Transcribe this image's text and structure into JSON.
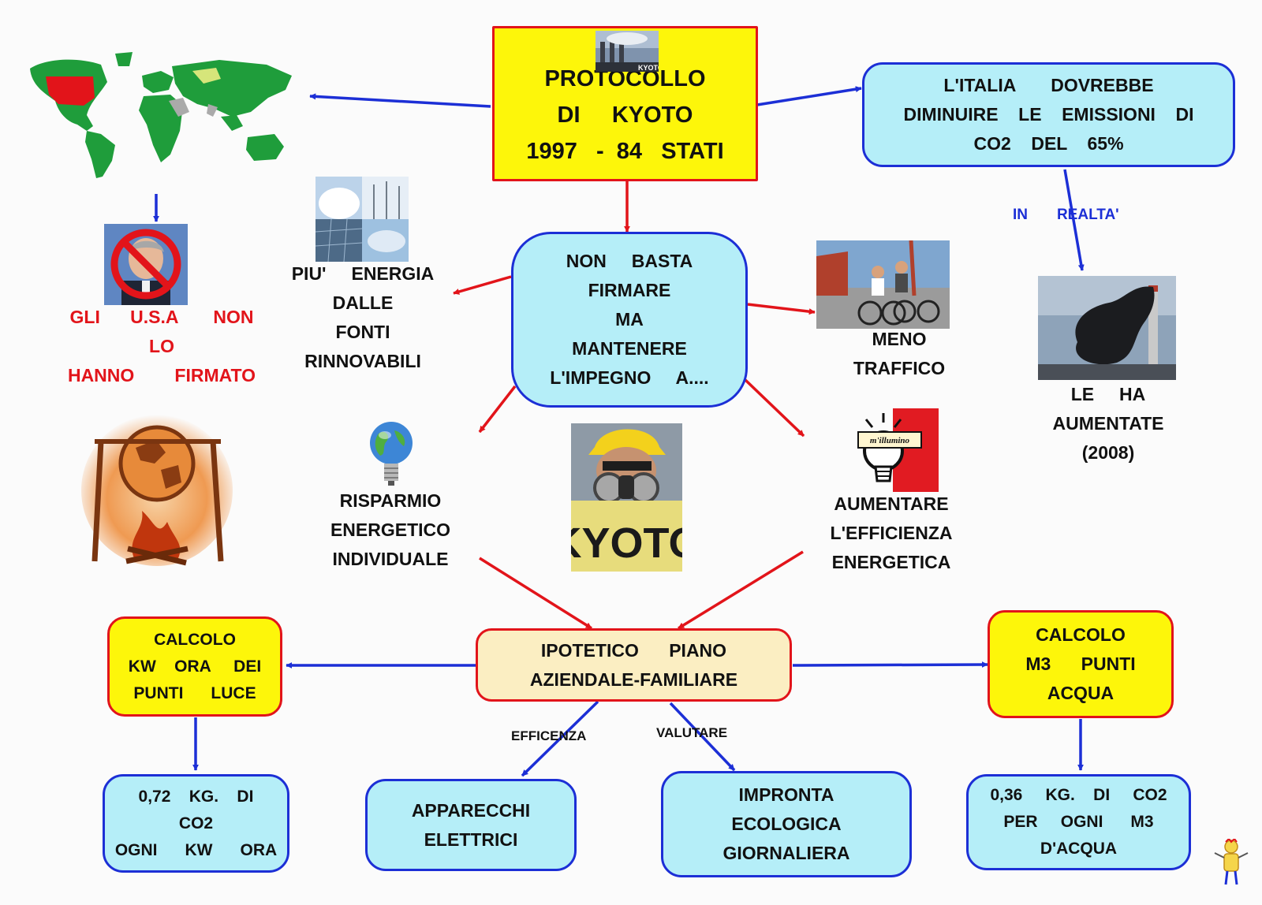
{
  "colors": {
    "box_cyan": "#b5eef8",
    "box_yellow": "#fdf60a",
    "box_cream": "#fbeec2",
    "border_blue": "#1c2fd6",
    "border_red": "#e2141a",
    "text_red": "#e2141a",
    "text_blue": "#1c2fd6"
  },
  "nodes": {
    "title": {
      "lines": [
        "PROTOCOLLO",
        "DI     KYOTO",
        "1997   -  84   STATI"
      ],
      "badge": "KYOTO"
    },
    "italia": {
      "lines": [
        "L'ITALIA       DOVREBBE",
        "DIMINUIRE    LE    EMISSIONI    DI",
        "CO2    DEL    65%"
      ]
    },
    "non_basta": {
      "lines": [
        "NON     BASTA",
        "FIRMARE",
        "MA",
        "MANTENERE",
        "L'IMPEGNO     A...."
      ]
    },
    "usa": {
      "lines": [
        "GLI      U.S.A       NON",
        "LO",
        "HANNO        FIRMATO"
      ]
    },
    "energia": {
      "lines": [
        "PIU'     ENERGIA",
        "DALLE",
        "FONTI",
        "RINNOVABILI"
      ]
    },
    "traffico": {
      "lines": [
        "MENO",
        "TRAFFICO"
      ]
    },
    "aumentate": {
      "lines": [
        "LE     HA",
        "AUMENTATE",
        "(2008)"
      ]
    },
    "risparmio": {
      "lines": [
        "RISPARMIO",
        "ENERGETICO",
        "INDIVIDUALE"
      ]
    },
    "efficienza": {
      "lines": [
        "AUMENTARE",
        "L'EFFICIENZA",
        "ENERGETICA"
      ]
    },
    "piano": {
      "lines": [
        "IPOTETICO      PIANO",
        "AZIENDALE-FAMILIARE"
      ]
    },
    "calcolo_kw": {
      "lines": [
        "CALCOLO",
        "KW    ORA     DEI",
        "PUNTI      LUCE"
      ]
    },
    "calcolo_m3": {
      "lines": [
        "CALCOLO",
        "M3      PUNTI",
        "ACQUA"
      ]
    },
    "co2_kw": {
      "lines": [
        "0,72    KG.    DI",
        "CO2",
        "OGNI      KW      ORA"
      ]
    },
    "apparecchi": {
      "lines": [
        "APPARECCHI",
        "ELETTRICI"
      ]
    },
    "impronta": {
      "lines": [
        "IMPRONTA",
        "ECOLOGICA",
        "GIORNALIERA"
      ]
    },
    "co2_acqua": {
      "lines": [
        "0,36     KG.    DI     CO2",
        "PER     OGNI      M3",
        "D'ACQUA"
      ]
    }
  },
  "edge_labels": {
    "in_realta": "IN       REALTA'",
    "efficenza": "EFFICENZA",
    "valutare": "VALUTARE"
  },
  "images": {
    "kyoto_sign": "KYOTO",
    "lamp_logo": "m'illumino"
  },
  "icons": [
    "world-map-icon",
    "no-bush-icon",
    "fire-globe-icon",
    "solar-wind-photo",
    "cyclists-photo",
    "smokestack-photo",
    "globe-bulb-icon",
    "gas-mask-kyoto-photo",
    "lightbulb-logo-icon",
    "mascot-icon"
  ]
}
